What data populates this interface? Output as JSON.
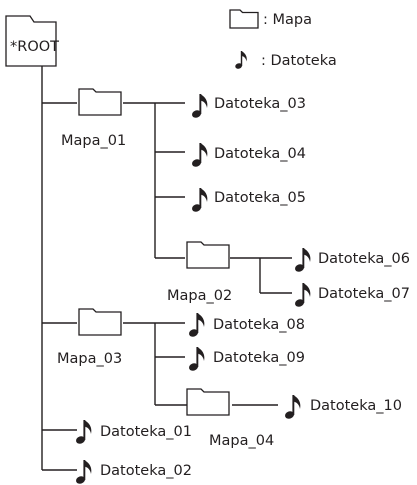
{
  "legend": {
    "folder_label": ": Mapa",
    "file_label": ": Datoteka"
  },
  "root": {
    "label": "*ROOT"
  },
  "folders": {
    "mapa_01": "Mapa_01",
    "mapa_02": "Mapa_02",
    "mapa_03": "Mapa_03",
    "mapa_04": "Mapa_04"
  },
  "files": {
    "f03": "Datoteka_03",
    "f04": "Datoteka_04",
    "f05": "Datoteka_05",
    "f06": "Datoteka_06",
    "f07": "Datoteka_07",
    "f08": "Datoteka_08",
    "f09": "Datoteka_09",
    "f10": "Datoteka_10",
    "f01": "Datoteka_01",
    "f02": "Datoteka_02"
  },
  "icons": {
    "folder": "folder-icon",
    "file": "music-note-icon"
  }
}
